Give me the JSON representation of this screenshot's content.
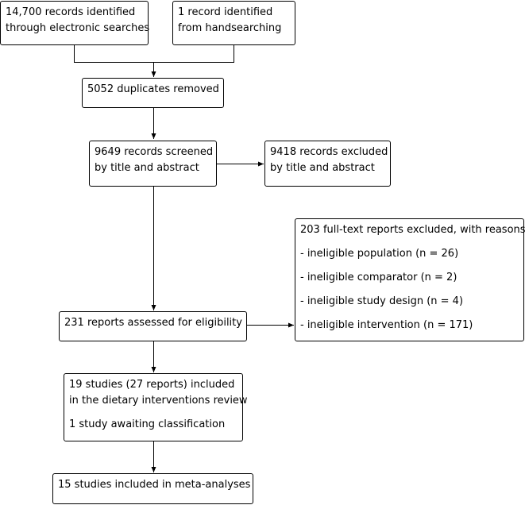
{
  "boxes": {
    "electronic": [
      "14,700 records identified",
      "through electronic searches"
    ],
    "handsearch": [
      "1 record identified",
      "from handsearching"
    ],
    "duplicates": [
      "5052 duplicates removed"
    ],
    "screened": [
      "9649 records screened",
      "by title and abstract"
    ],
    "excluded_screen": [
      "9418 records excluded",
      "by title and abstract"
    ],
    "excluded_fulltext": {
      "heading": "203 full-text reports excluded, with reasons:",
      "reasons": [
        "- ineligible population (n = 26)",
        "- ineligible comparator (n = 2)",
        "- ineligible study design (n = 4)",
        "- ineligible intervention (n = 171)"
      ]
    },
    "eligibility": [
      "231 reports assessed for eligibility"
    ],
    "included_review": {
      "lines": [
        "19 studies (27 reports) included",
        "in the dietary interventions review"
      ],
      "awaiting": "1 study awaiting classification"
    },
    "meta": [
      "15 studies included in meta-analyses"
    ]
  }
}
